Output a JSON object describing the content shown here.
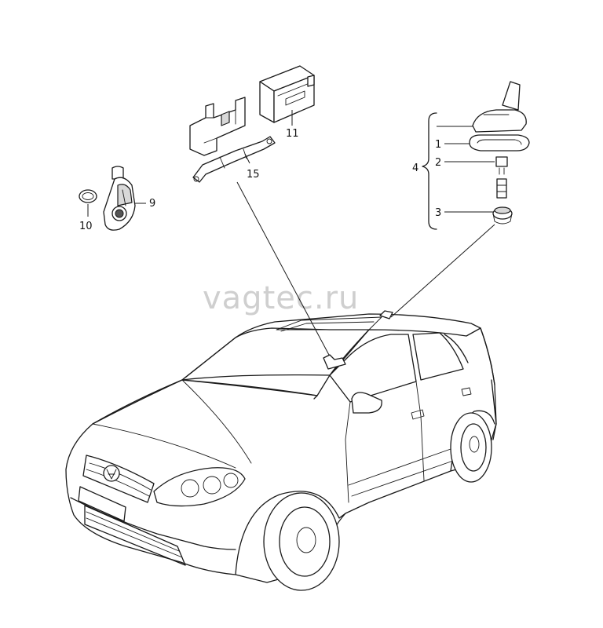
{
  "watermark": "vagtec.ru",
  "callouts": {
    "p1": "1",
    "p2": "2",
    "p3": "3",
    "p4": "4",
    "p9": "9",
    "p10": "10",
    "p11": "11",
    "p15": "15"
  },
  "colors": {
    "line": "#1a1a1a",
    "watermark": "#cfcfcf",
    "shade": "#d8d8d8"
  }
}
